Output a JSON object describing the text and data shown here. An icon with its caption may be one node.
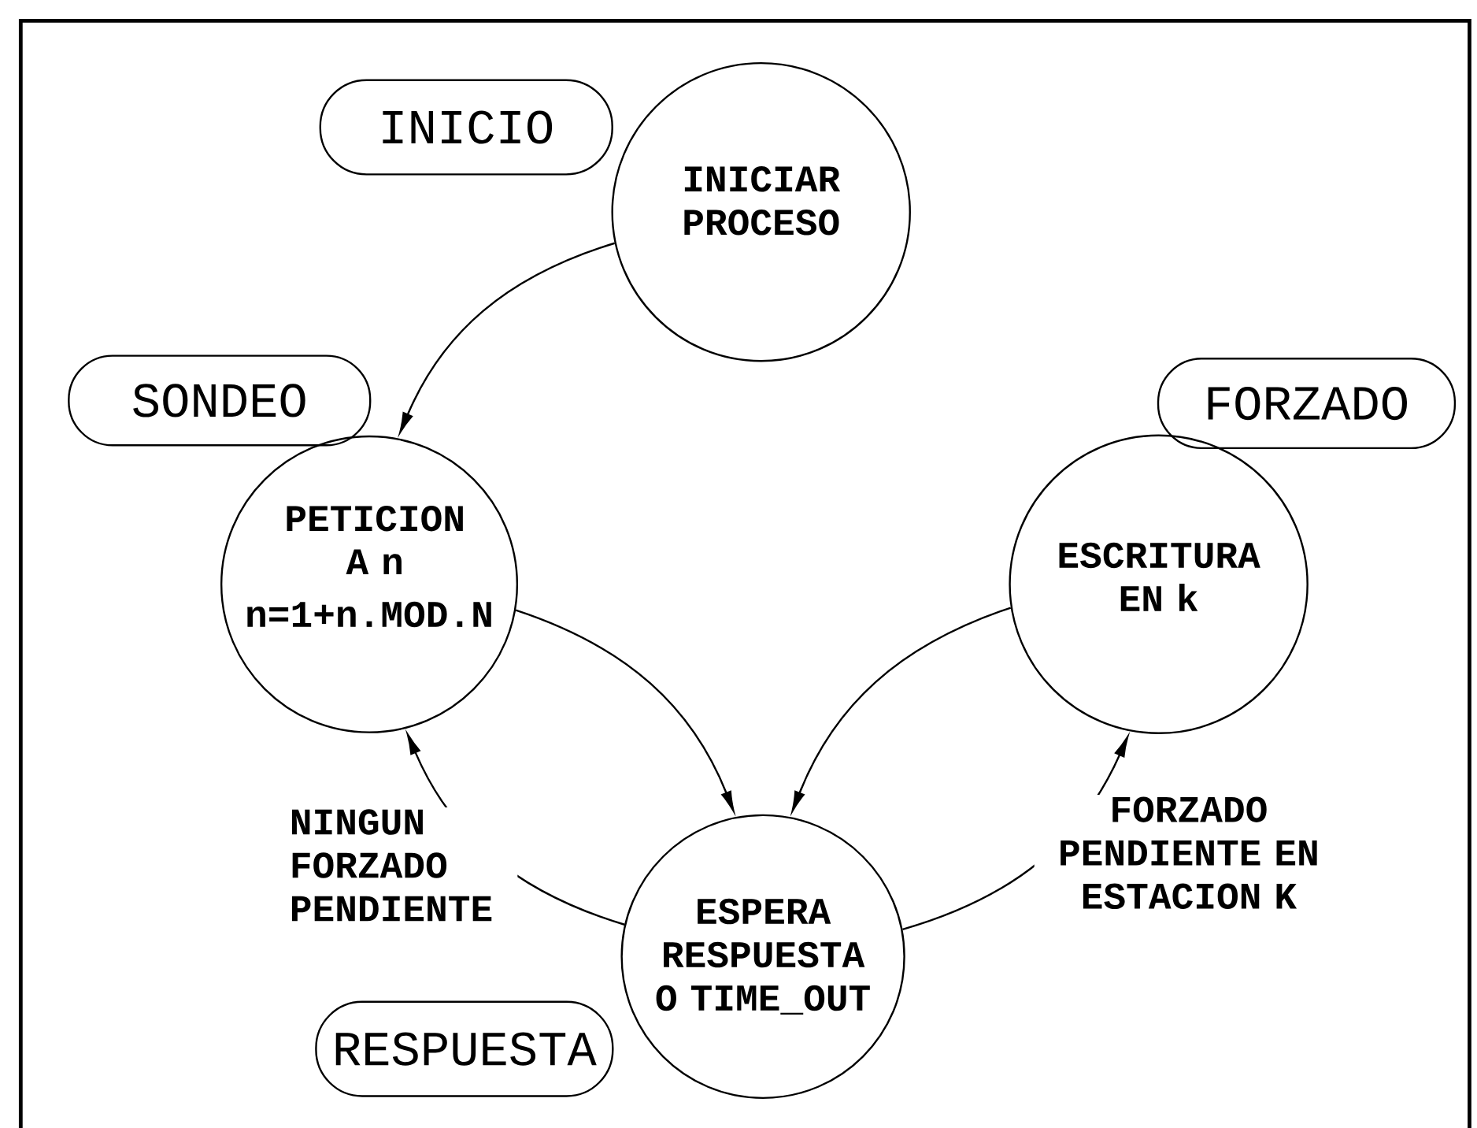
{
  "diagram": {
    "nodes": [
      {
        "text": [
          "INICIO"
        ]
      },
      {
        "text": [
          "INICIAR PROCESO"
        ]
      },
      {
        "text": [
          "SONDEO"
        ]
      },
      {
        "text": [
          "PETICION A n",
          "n=1+n.MOD.N"
        ]
      },
      {
        "text": [
          "FORZADO"
        ]
      },
      {
        "text": [
          "ESCRITURA EN k"
        ]
      },
      {
        "text": [
          "ESPERA RESPUESTA O TIME_OUT"
        ]
      },
      {
        "text": [
          "RESPUESTA"
        ]
      }
    ],
    "edges": [
      {
        "from": 1,
        "to": 3,
        "arrow": "to"
      },
      {
        "from": 3,
        "to": 6,
        "arrow": "to"
      },
      {
        "from": 5,
        "to": 6,
        "arrow": "to"
      },
      {
        "from": 6,
        "to": 3,
        "arrow": "to",
        "label": "NINGUN FORZADO PENDIENTE"
      },
      {
        "from": 6,
        "to": 5,
        "arrow": "to",
        "label": "FORZADO PENDIENTE EN ESTACION K"
      }
    ]
  }
}
